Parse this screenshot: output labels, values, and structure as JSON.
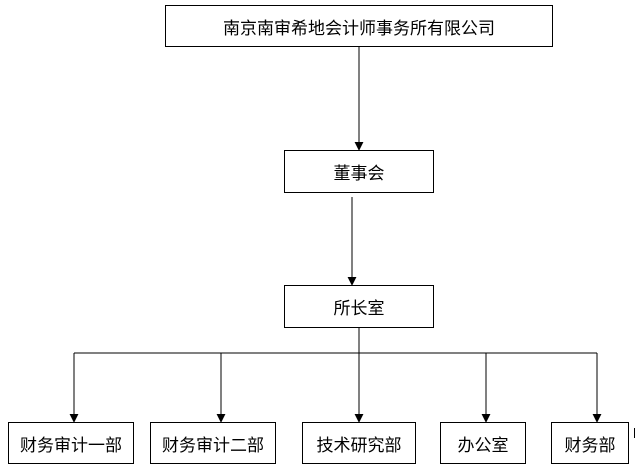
{
  "company": {
    "name": "南京南审希地会计师事务所有限公司"
  },
  "board": {
    "name": "董事会"
  },
  "office": {
    "name": "所长室"
  },
  "departments": [
    {
      "name": "财务审计一部"
    },
    {
      "name": "财务审计二部"
    },
    {
      "name": "技术研究部"
    },
    {
      "name": "办公室"
    },
    {
      "name": "财务部"
    }
  ],
  "colors": {
    "line": "#000000",
    "box_border": "#000000",
    "background": "#ffffff"
  }
}
